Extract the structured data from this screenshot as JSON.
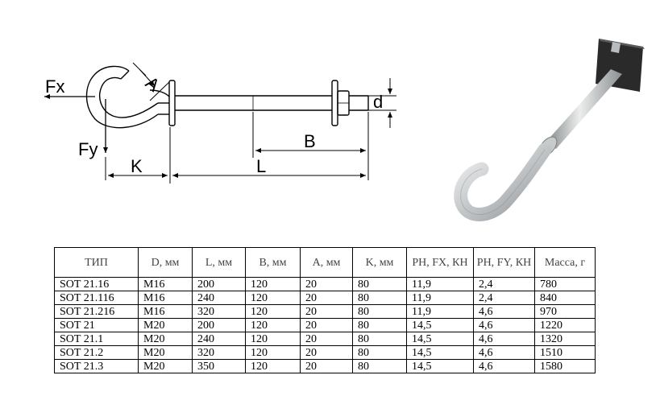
{
  "diagram": {
    "labels": {
      "fx": "Fx",
      "fy": "Fy",
      "a": "A",
      "d": "d",
      "b": "B",
      "k": "K",
      "l": "L"
    }
  },
  "photo": {
    "subject": "anchor-hook-bolt"
  },
  "table": {
    "headers": [
      "ТИП",
      "D, мм",
      "L, мм",
      "B, мм",
      "A, мм",
      "K, мм",
      "PH, FX, КН",
      "PH, FY, КН",
      "Масса, г"
    ],
    "rows": [
      [
        "SOT 21.16",
        "M16",
        "200",
        "120",
        "20",
        "80",
        "11,9",
        "2,4",
        "780"
      ],
      [
        "SOT 21.116",
        "M16",
        "240",
        "120",
        "20",
        "80",
        "11,9",
        "2,4",
        "840"
      ],
      [
        "SOT 21.216",
        "M16",
        "320",
        "120",
        "20",
        "80",
        "11,9",
        "4,6",
        "970"
      ],
      [
        "SOT 21",
        "M20",
        "200",
        "120",
        "20",
        "80",
        "14,5",
        "4,6",
        "1220"
      ],
      [
        "SOT 21.1",
        "M20",
        "240",
        "120",
        "20",
        "80",
        "14,5",
        "4,6",
        "1320"
      ],
      [
        "SOT 21.2",
        "M20",
        "320",
        "120",
        "20",
        "80",
        "14,5",
        "4,6",
        "1510"
      ],
      [
        "SOT 21.3",
        "M20",
        "350",
        "120",
        "20",
        "80",
        "14,5",
        "4,6",
        "1580"
      ]
    ]
  },
  "colors": {
    "line": "#000000",
    "metal_light": "#e2e4e4",
    "metal_dark": "#8a8e90",
    "plate": "#2a2a2a"
  }
}
